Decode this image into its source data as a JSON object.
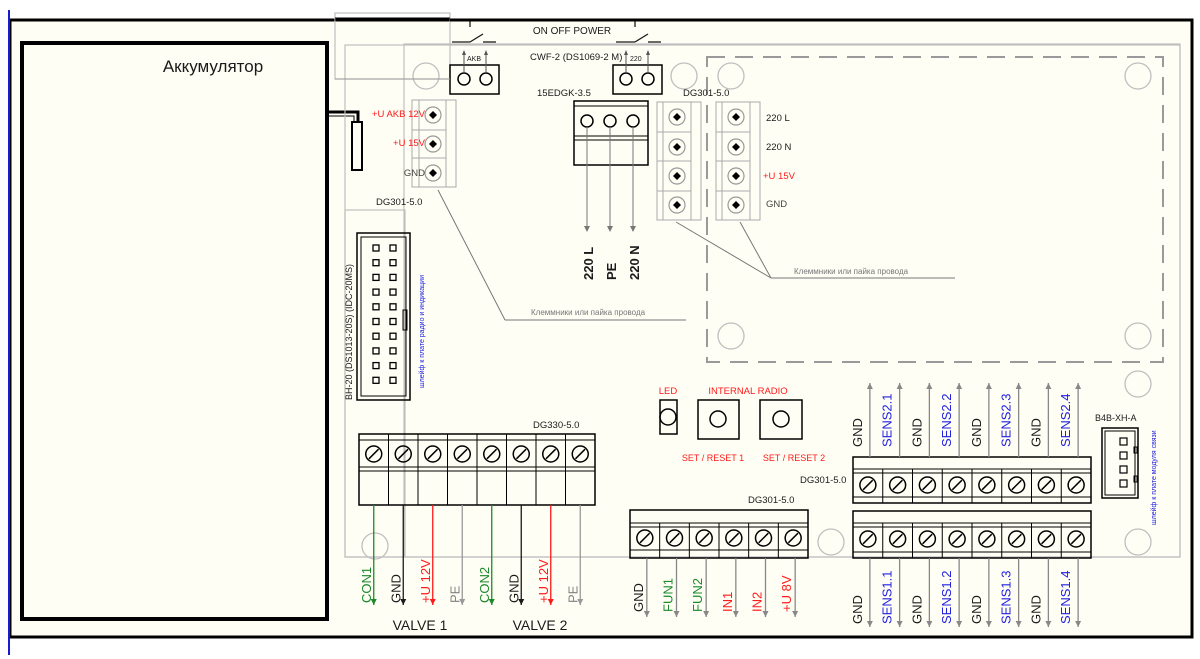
{
  "colors": {
    "background": "#fffef5",
    "frame": "#000000",
    "board": "#bfbfbf",
    "text_black": "#1a1a1a",
    "text_red": "#ff1a1a",
    "text_green": "#1a8a2a",
    "text_blue": "#2020e0",
    "text_gray": "#808080",
    "left_edge": "#1a1ad0"
  },
  "battery": {
    "label": "Аккумулятор"
  },
  "power": {
    "title": "ON OFF POWER",
    "switch_connector": "CWF-2 (DS1069-2 M)",
    "akb_label": "AKB",
    "v220_label": "220"
  },
  "akb_terminal": {
    "model": "DG301-5.0",
    "pins": [
      {
        "label": "+U AKB 12V",
        "color": "red"
      },
      {
        "label": "+U 15V",
        "color": "red"
      },
      {
        "label": "GND",
        "color": "black"
      }
    ]
  },
  "mains_connector": {
    "model": "15EDGK-3.5",
    "pins": [
      "220 L",
      "PE",
      "220 N"
    ]
  },
  "psu_terminal": {
    "model": "DG301-5.0",
    "pins": [
      {
        "label": "220 L",
        "color": "black"
      },
      {
        "label": "220 N",
        "color": "black"
      },
      {
        "label": "+U 15V",
        "color": "red"
      },
      {
        "label": "GND",
        "color": "black"
      }
    ]
  },
  "notes": {
    "wire_note_1": "Клеммники или пайка провода",
    "wire_note_2": "Клеммники или пайка провода"
  },
  "ribbon_header": {
    "model": "BH-20 (DS1013-20S) (IDC-20MS)",
    "note": "шлейф к плате радио и индикации"
  },
  "valve_terminal": {
    "model": "DG330-5.0",
    "pins": [
      {
        "label": "CON1",
        "color": "green"
      },
      {
        "label": "GND",
        "color": "black"
      },
      {
        "label": "+U 12V",
        "color": "red"
      },
      {
        "label": "PE",
        "color": "gray"
      },
      {
        "label": "CON2",
        "color": "green"
      },
      {
        "label": "GND",
        "color": "black"
      },
      {
        "label": "+U 12V",
        "color": "red"
      },
      {
        "label": "PE",
        "color": "gray"
      }
    ],
    "groups": [
      "VALVE 1",
      "VALVE 2"
    ]
  },
  "controls": {
    "led_label": "LED",
    "radio_label": "INTERNAL RADIO",
    "button1_label": "SET / RESET 1",
    "button2_label": "SET / RESET 2"
  },
  "io_terminal": {
    "model": "DG301-5.0",
    "pins": [
      {
        "label": "GND",
        "color": "black"
      },
      {
        "label": "FUN1",
        "color": "green"
      },
      {
        "label": "FUN2",
        "color": "green"
      },
      {
        "label": "IN1",
        "color": "red"
      },
      {
        "label": "IN2",
        "color": "red"
      },
      {
        "label": "+U 8V",
        "color": "red"
      }
    ]
  },
  "sens2_terminal": {
    "model": "DG301-5.0",
    "pins": [
      {
        "label": "GND",
        "color": "black"
      },
      {
        "label": "SENS2.1",
        "color": "blue"
      },
      {
        "label": "GND",
        "color": "black"
      },
      {
        "label": "SENS2.2",
        "color": "blue"
      },
      {
        "label": "GND",
        "color": "black"
      },
      {
        "label": "SENS2.3",
        "color": "blue"
      },
      {
        "label": "GND",
        "color": "black"
      },
      {
        "label": "SENS2.4",
        "color": "blue"
      }
    ]
  },
  "sens1_terminal": {
    "pins": [
      {
        "label": "GND",
        "color": "black"
      },
      {
        "label": "SENS1.1",
        "color": "blue"
      },
      {
        "label": "GND",
        "color": "black"
      },
      {
        "label": "SENS1.2",
        "color": "blue"
      },
      {
        "label": "GND",
        "color": "black"
      },
      {
        "label": "SENS1.3",
        "color": "blue"
      },
      {
        "label": "GND",
        "color": "black"
      },
      {
        "label": "SENS1.4",
        "color": "blue"
      }
    ]
  },
  "comm_connector": {
    "model": "B4B-XH-A",
    "note": "шлейф к плате модуля связи"
  }
}
